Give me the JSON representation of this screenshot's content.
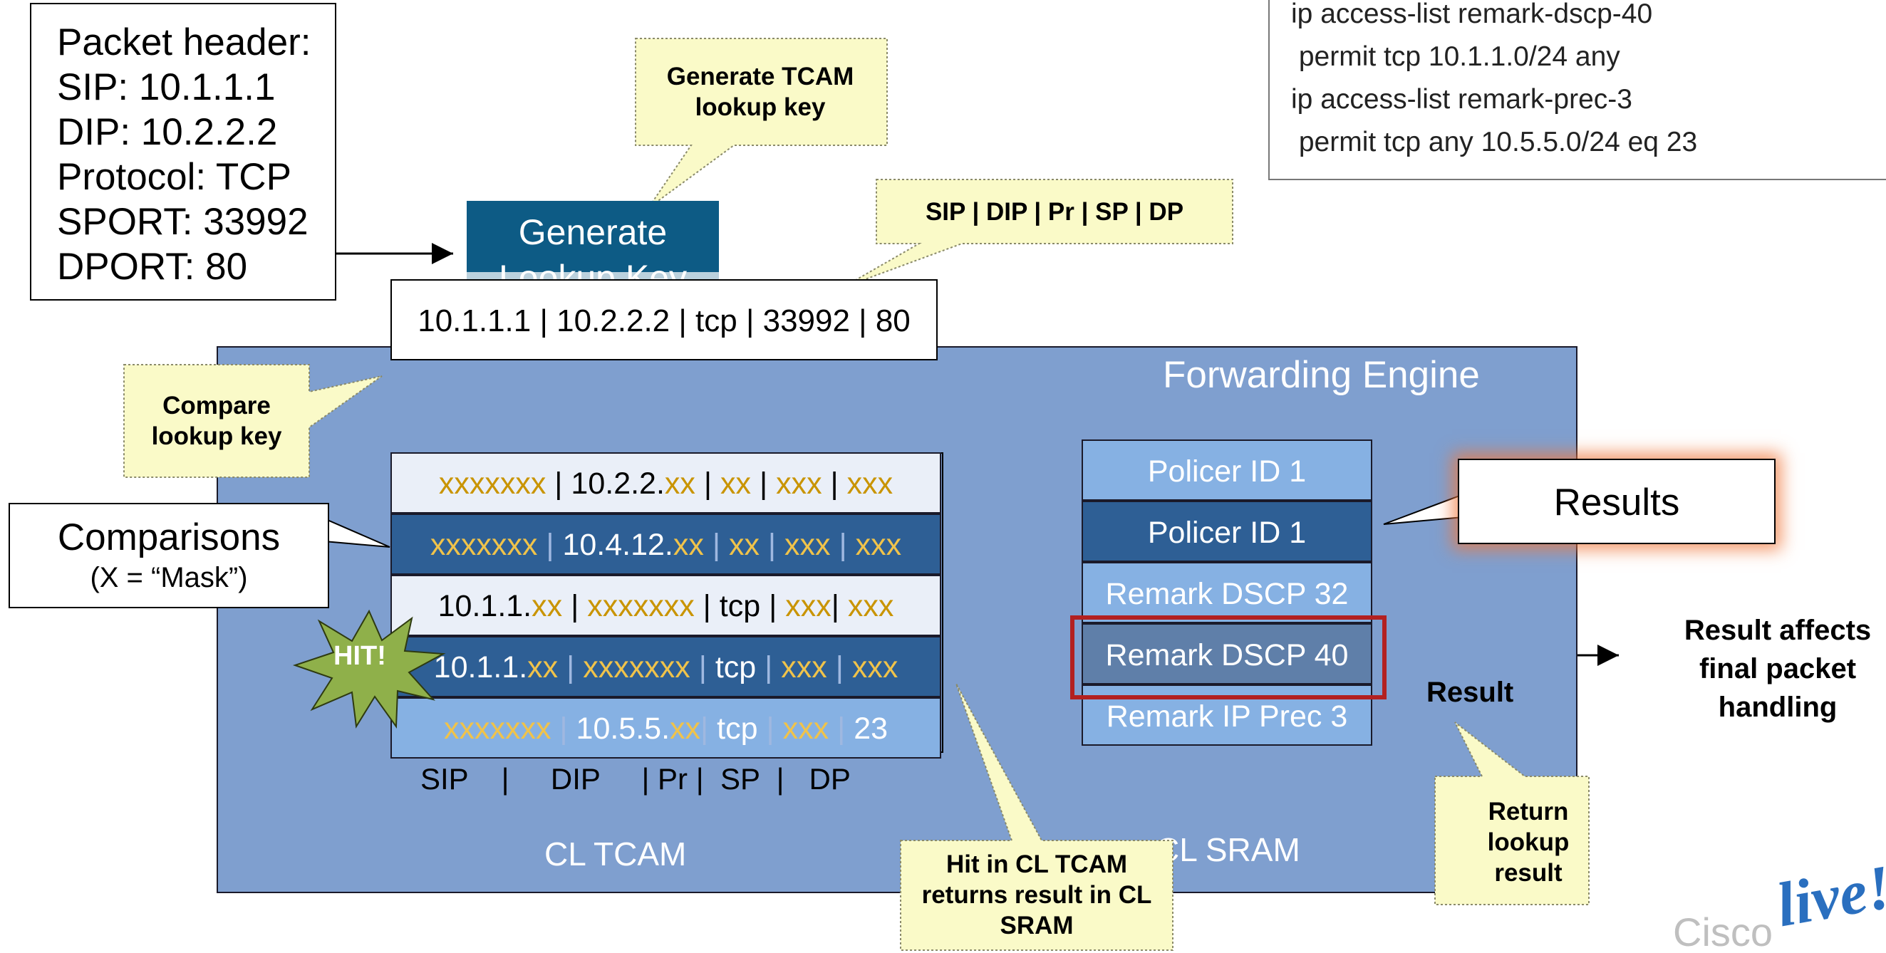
{
  "packet_header": {
    "lines": [
      "Packet header:",
      "SIP: 10.1.1.1",
      "DIP: 10.2.2.2",
      "Protocol: TCP",
      "SPORT: 33992",
      "DPORT: 80"
    ]
  },
  "acl": {
    "lines": [
      "ip access-list remark-dscp-40",
      " permit tcp 10.1.1.0/24 any",
      "ip access-list remark-prec-3",
      " permit tcp any 10.5.5.0/24 eq 23"
    ]
  },
  "callouts": {
    "generate_tcam_key": "Generate TCAM lookup key",
    "key_format": "SIP | DIP | Pr | SP | DP",
    "compare_lookup_key": "Compare lookup key",
    "hit_in_tcam": "Hit in CL TCAM returns result in CL SRAM",
    "return_lookup_result": "Return lookup result"
  },
  "generate_lookup_key": {
    "label_line1": "Generate",
    "label_line2": "Lookup Key"
  },
  "lookup_key": "10.1.1.1 | 10.2.2.2 | tcp | 33992 | 80",
  "engine": {
    "title": "Forwarding Engine"
  },
  "comparisons": {
    "title": "Comparisons",
    "subtitle": "(X = “Mask”)"
  },
  "hit_label": "HIT!",
  "tcam": {
    "label": "CL TCAM",
    "columns": "SIP    |     DIP     | Pr |  SP  |   DP",
    "rows": [
      {
        "sip": "xxxxxxx",
        "dip_a": "10.2.2.",
        "dip_m": "xx",
        "pr": "xx",
        "sp": "xxx",
        "dp": "xxx"
      },
      {
        "sip": "xxxxxxx",
        "dip_a": "10.4.12.",
        "dip_m": "xx",
        "pr": "xx",
        "sp": "xxx",
        "dp": "xxx"
      },
      {
        "sip_a": "10.1.1.",
        "sip_m": "xx",
        "dip": "xxxxxxx",
        "pr": "tcp",
        "sp": "xxx",
        "dp": "xxx"
      },
      {
        "sip_a": "10.1.1.",
        "sip_m": "xx",
        "dip": "xxxxxxx",
        "pr": "tcp",
        "sp": "xxx",
        "dp": "xxx"
      },
      {
        "sip": "xxxxxxx",
        "dip_a": "10.5.5.",
        "dip_m": "xx",
        "pr": "tcp",
        "sp": "xxx",
        "dp": "23"
      }
    ]
  },
  "sram": {
    "label": "CL SRAM",
    "rows": [
      "Policer ID 1",
      "Policer ID 1",
      "Remark DSCP 32",
      "Remark DSCP 40",
      "Remark IP Prec 3"
    ]
  },
  "results_label": "Results",
  "result_label": "Result",
  "result_affects": "Result affects final packet handling",
  "logo": {
    "prefix": "Cisco",
    "script": "live!"
  },
  "colors": {
    "engine_fill": "#7f9fcf",
    "teal_box": "#0d5b85",
    "tcam_dark_row": "#2e5f95",
    "tcam_mask": "#c99400",
    "highlight_red": "#b32020",
    "callout_yellow": "#fafac8"
  }
}
